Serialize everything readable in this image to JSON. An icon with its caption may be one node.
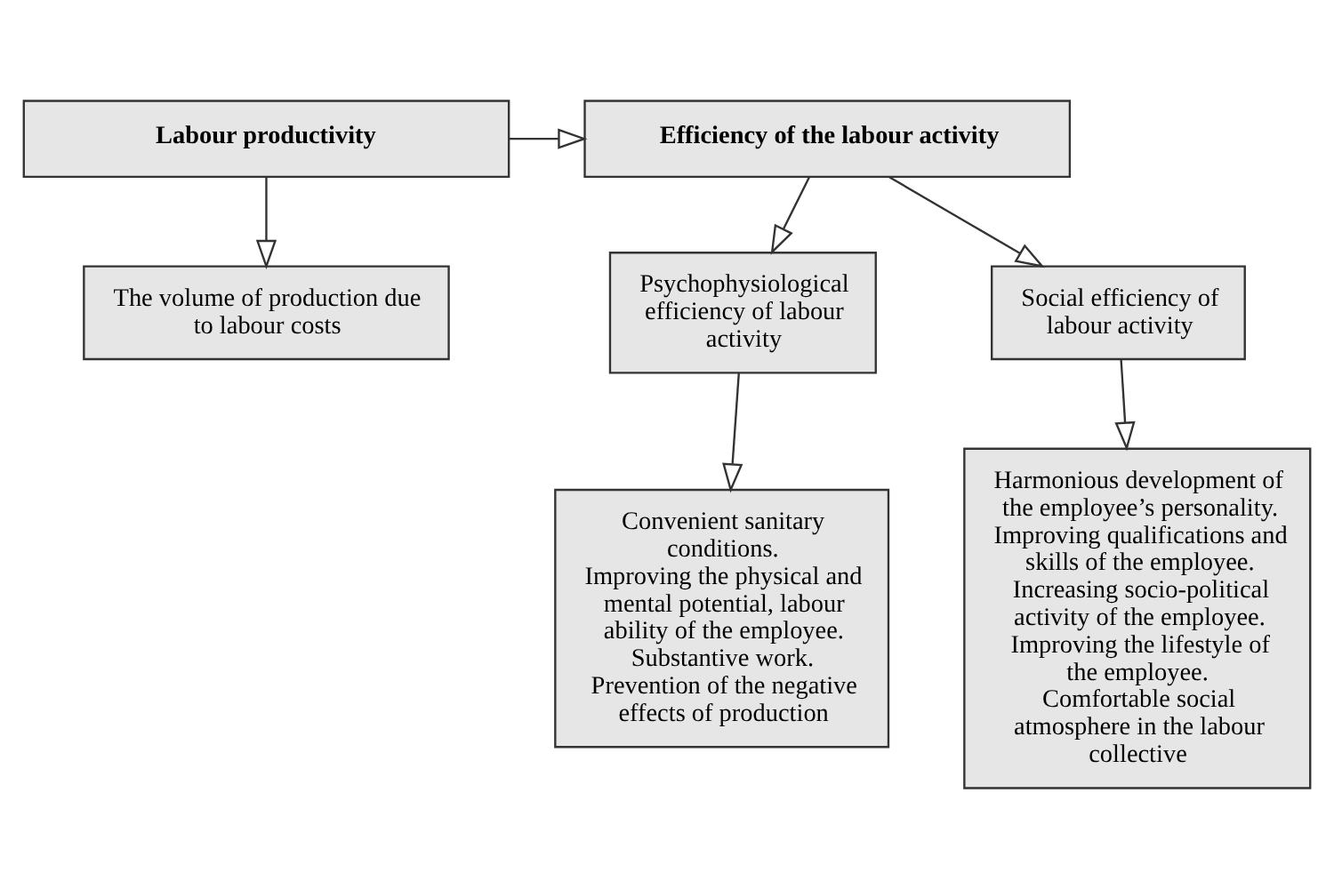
{
  "diagram": {
    "nodes": [
      {
        "text": [
          "Labour productivity"
        ]
      },
      {
        "text": [
          "Efficiency of the labour activity"
        ]
      },
      {
        "text": [
          "The volume of production due to labour costs"
        ]
      },
      {
        "text": [
          "Psychophysiological efficiency of labour activity"
        ]
      },
      {
        "text": [
          "Social efficiency of labour activity"
        ]
      },
      {
        "text": [
          "Convenient sanitary conditions.",
          "Improving the physical and mental potential, labour ability of the employee.",
          "Substantive work.",
          "Prevention of the negative effects of production"
        ]
      },
      {
        "text": [
          "Harmonious development of the employee’s personality.",
          "Improving qualifications and skills of the employee.",
          "Increasing socio-political activity of the employee.",
          "Improving the lifestyle of the employee.",
          "Comfortable social atmosphere in the labour collective"
        ]
      }
    ],
    "edges": [
      {
        "from": 0,
        "to": 1,
        "arrow": "to"
      },
      {
        "from": 0,
        "to": 2,
        "arrow": "to"
      },
      {
        "from": 1,
        "to": 3,
        "arrow": "to"
      },
      {
        "from": 1,
        "to": 4,
        "arrow": "to"
      },
      {
        "from": 3,
        "to": 5,
        "arrow": "to"
      },
      {
        "from": 4,
        "to": 6,
        "arrow": "to"
      }
    ]
  }
}
